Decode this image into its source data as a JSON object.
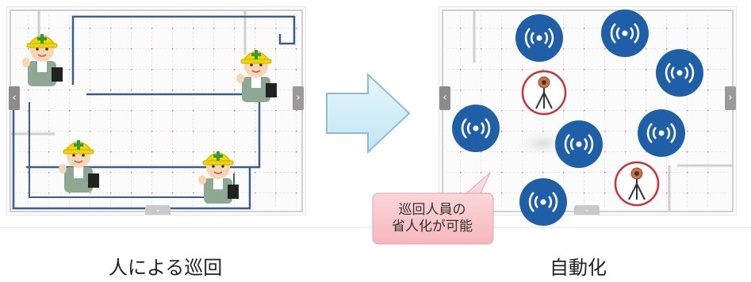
{
  "captions": {
    "left": "人による巡回",
    "right": "自動化"
  },
  "callout": {
    "text": "巡回人員の\n省人化が可能"
  },
  "nav_icons": {
    "prev": "‹",
    "next": "›",
    "down": "⌄"
  },
  "icons": {
    "worker": "worker-icon",
    "wireless": "wireless-signal-icon",
    "camera": "tripod-camera-icon",
    "arrow": "right-arrow-icon"
  },
  "colors": {
    "route": "#3b5d8f",
    "signal_blue": "#1f5fa8",
    "camera_ring": "#c8323a",
    "arrow_fill": "#cfeef8",
    "arrow_stroke": "#8fbcd4",
    "callout_fill": "#fbd5d8",
    "helmet": "#f2d400"
  }
}
